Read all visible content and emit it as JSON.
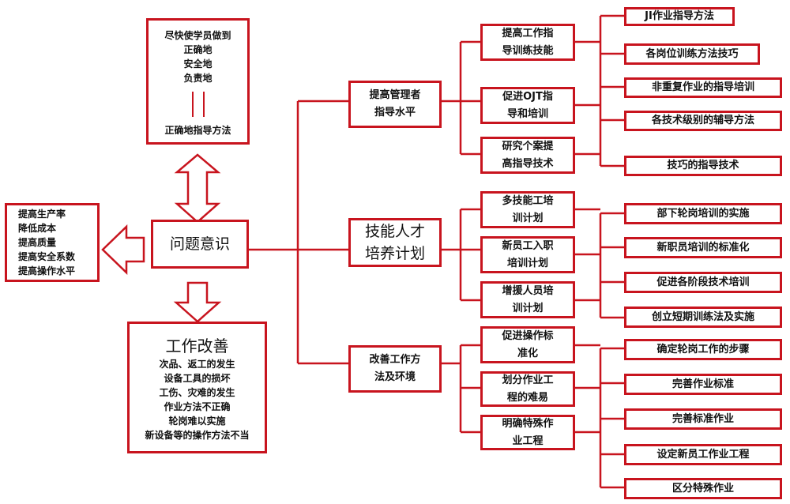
{
  "colors": {
    "line": "#c8141e",
    "text": "#111111",
    "background": "#ffffff"
  },
  "top_box": {
    "lines": [
      "尽快使学员做到",
      "正确地",
      "安全地",
      "负责地"
    ],
    "equals_symbol": "||",
    "bottom": "正确地指导方法"
  },
  "left_box": {
    "lines": [
      "提高生产率",
      "降低成本",
      "提高质量",
      "提高安全系数",
      "提高操作水平"
    ]
  },
  "center_box": {
    "label": "问题意识"
  },
  "bottom_box": {
    "title": "工作改善",
    "lines": [
      "次品、返工的发生",
      "设备工具的损坏",
      "工伤、灾难的发生",
      "作业方法不正确",
      "轮岗难以实施",
      "新设备等的操作方法不当"
    ]
  },
  "branches": [
    {
      "lines": [
        "提高管理者",
        "指导水平"
      ],
      "children": [
        {
          "lines": [
            "提高工作指",
            "导训练技能"
          ]
        },
        {
          "lines": [
            "促进OJT指",
            "导和培训"
          ]
        },
        {
          "lines": [
            "研究个案提",
            "高指导技术"
          ]
        }
      ],
      "leaves": [
        "JI作业指导方法",
        "各岗位训练方法技巧",
        "非重复作业的指导培训",
        "各技术级别的辅导方法",
        "技巧的指导技术"
      ]
    },
    {
      "lines": [
        "技能人才",
        "培养计划"
      ],
      "children": [
        {
          "lines": [
            "多技能工培",
            "训计划"
          ]
        },
        {
          "lines": [
            "新员工入职",
            "培训计划"
          ]
        },
        {
          "lines": [
            "增援人员培",
            "训计划"
          ]
        }
      ],
      "leaves": [
        "部下轮岗培训的实施",
        "新职员培训的标准化",
        "促进各阶段技术培训",
        "创立短期训练法及实施"
      ]
    },
    {
      "lines": [
        "改善工作方",
        "法及环境"
      ],
      "children": [
        {
          "lines": [
            "促进操作标",
            "准化"
          ]
        },
        {
          "lines": [
            "划分作业工",
            "程的难易"
          ]
        },
        {
          "lines": [
            "明确特殊作",
            "业工程"
          ]
        }
      ],
      "leaves": [
        "确定轮岗工作的步骤",
        "完善作业标准",
        "完善标准作业",
        "设定新员工作业工程",
        "区分特殊作业"
      ]
    }
  ]
}
